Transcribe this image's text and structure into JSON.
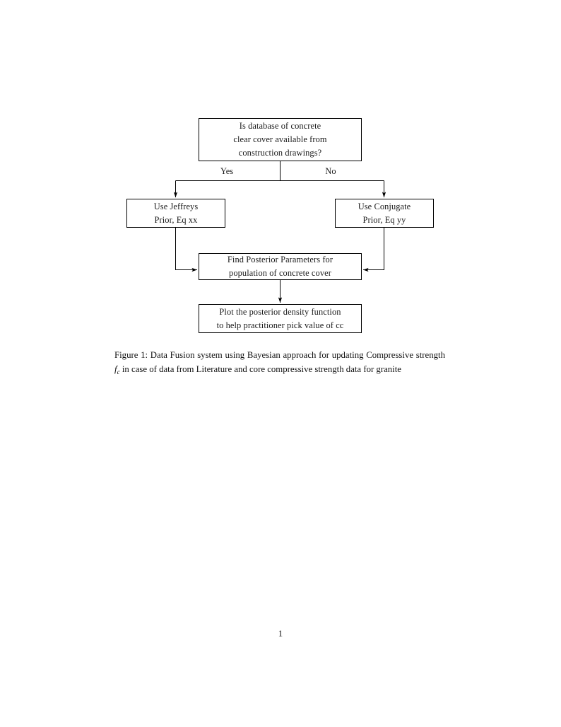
{
  "document": {
    "page_number": "1"
  },
  "figure": {
    "flowchart": {
      "nodes": [
        {
          "id": "decision",
          "name": "database-availability-decision",
          "lines": [
            "Is database of concrete",
            "clear cover available from",
            "construction drawings?"
          ]
        },
        {
          "id": "jeffreys",
          "name": "use-jeffreys-prior",
          "lines": [
            "Use Jeffreys",
            "Prior, Eq xx"
          ]
        },
        {
          "id": "conjugate",
          "name": "use-conjugate-prior",
          "lines": [
            "Use Conjugate",
            "Prior, Eq yy"
          ]
        },
        {
          "id": "posterior",
          "name": "find-posterior-parameters",
          "lines": [
            "Find Posterior Parameters for",
            "population of concrete cover"
          ]
        },
        {
          "id": "plot",
          "name": "plot-posterior-density",
          "lines": [
            "Plot the posterior density function",
            "to help practitioner pick value of cc"
          ]
        }
      ],
      "edge_labels": {
        "yes": "Yes",
        "no": "No"
      },
      "stroke_color": "#000000"
    },
    "caption": {
      "label": "Figure 1:",
      "text_before_math": " Data Fusion system using Bayesian approach for updating Compressive strength ",
      "math_variable": "f",
      "math_subscript": "c",
      "text_after_math": " in case of data from Literature and core compressive strength data for granite"
    }
  }
}
